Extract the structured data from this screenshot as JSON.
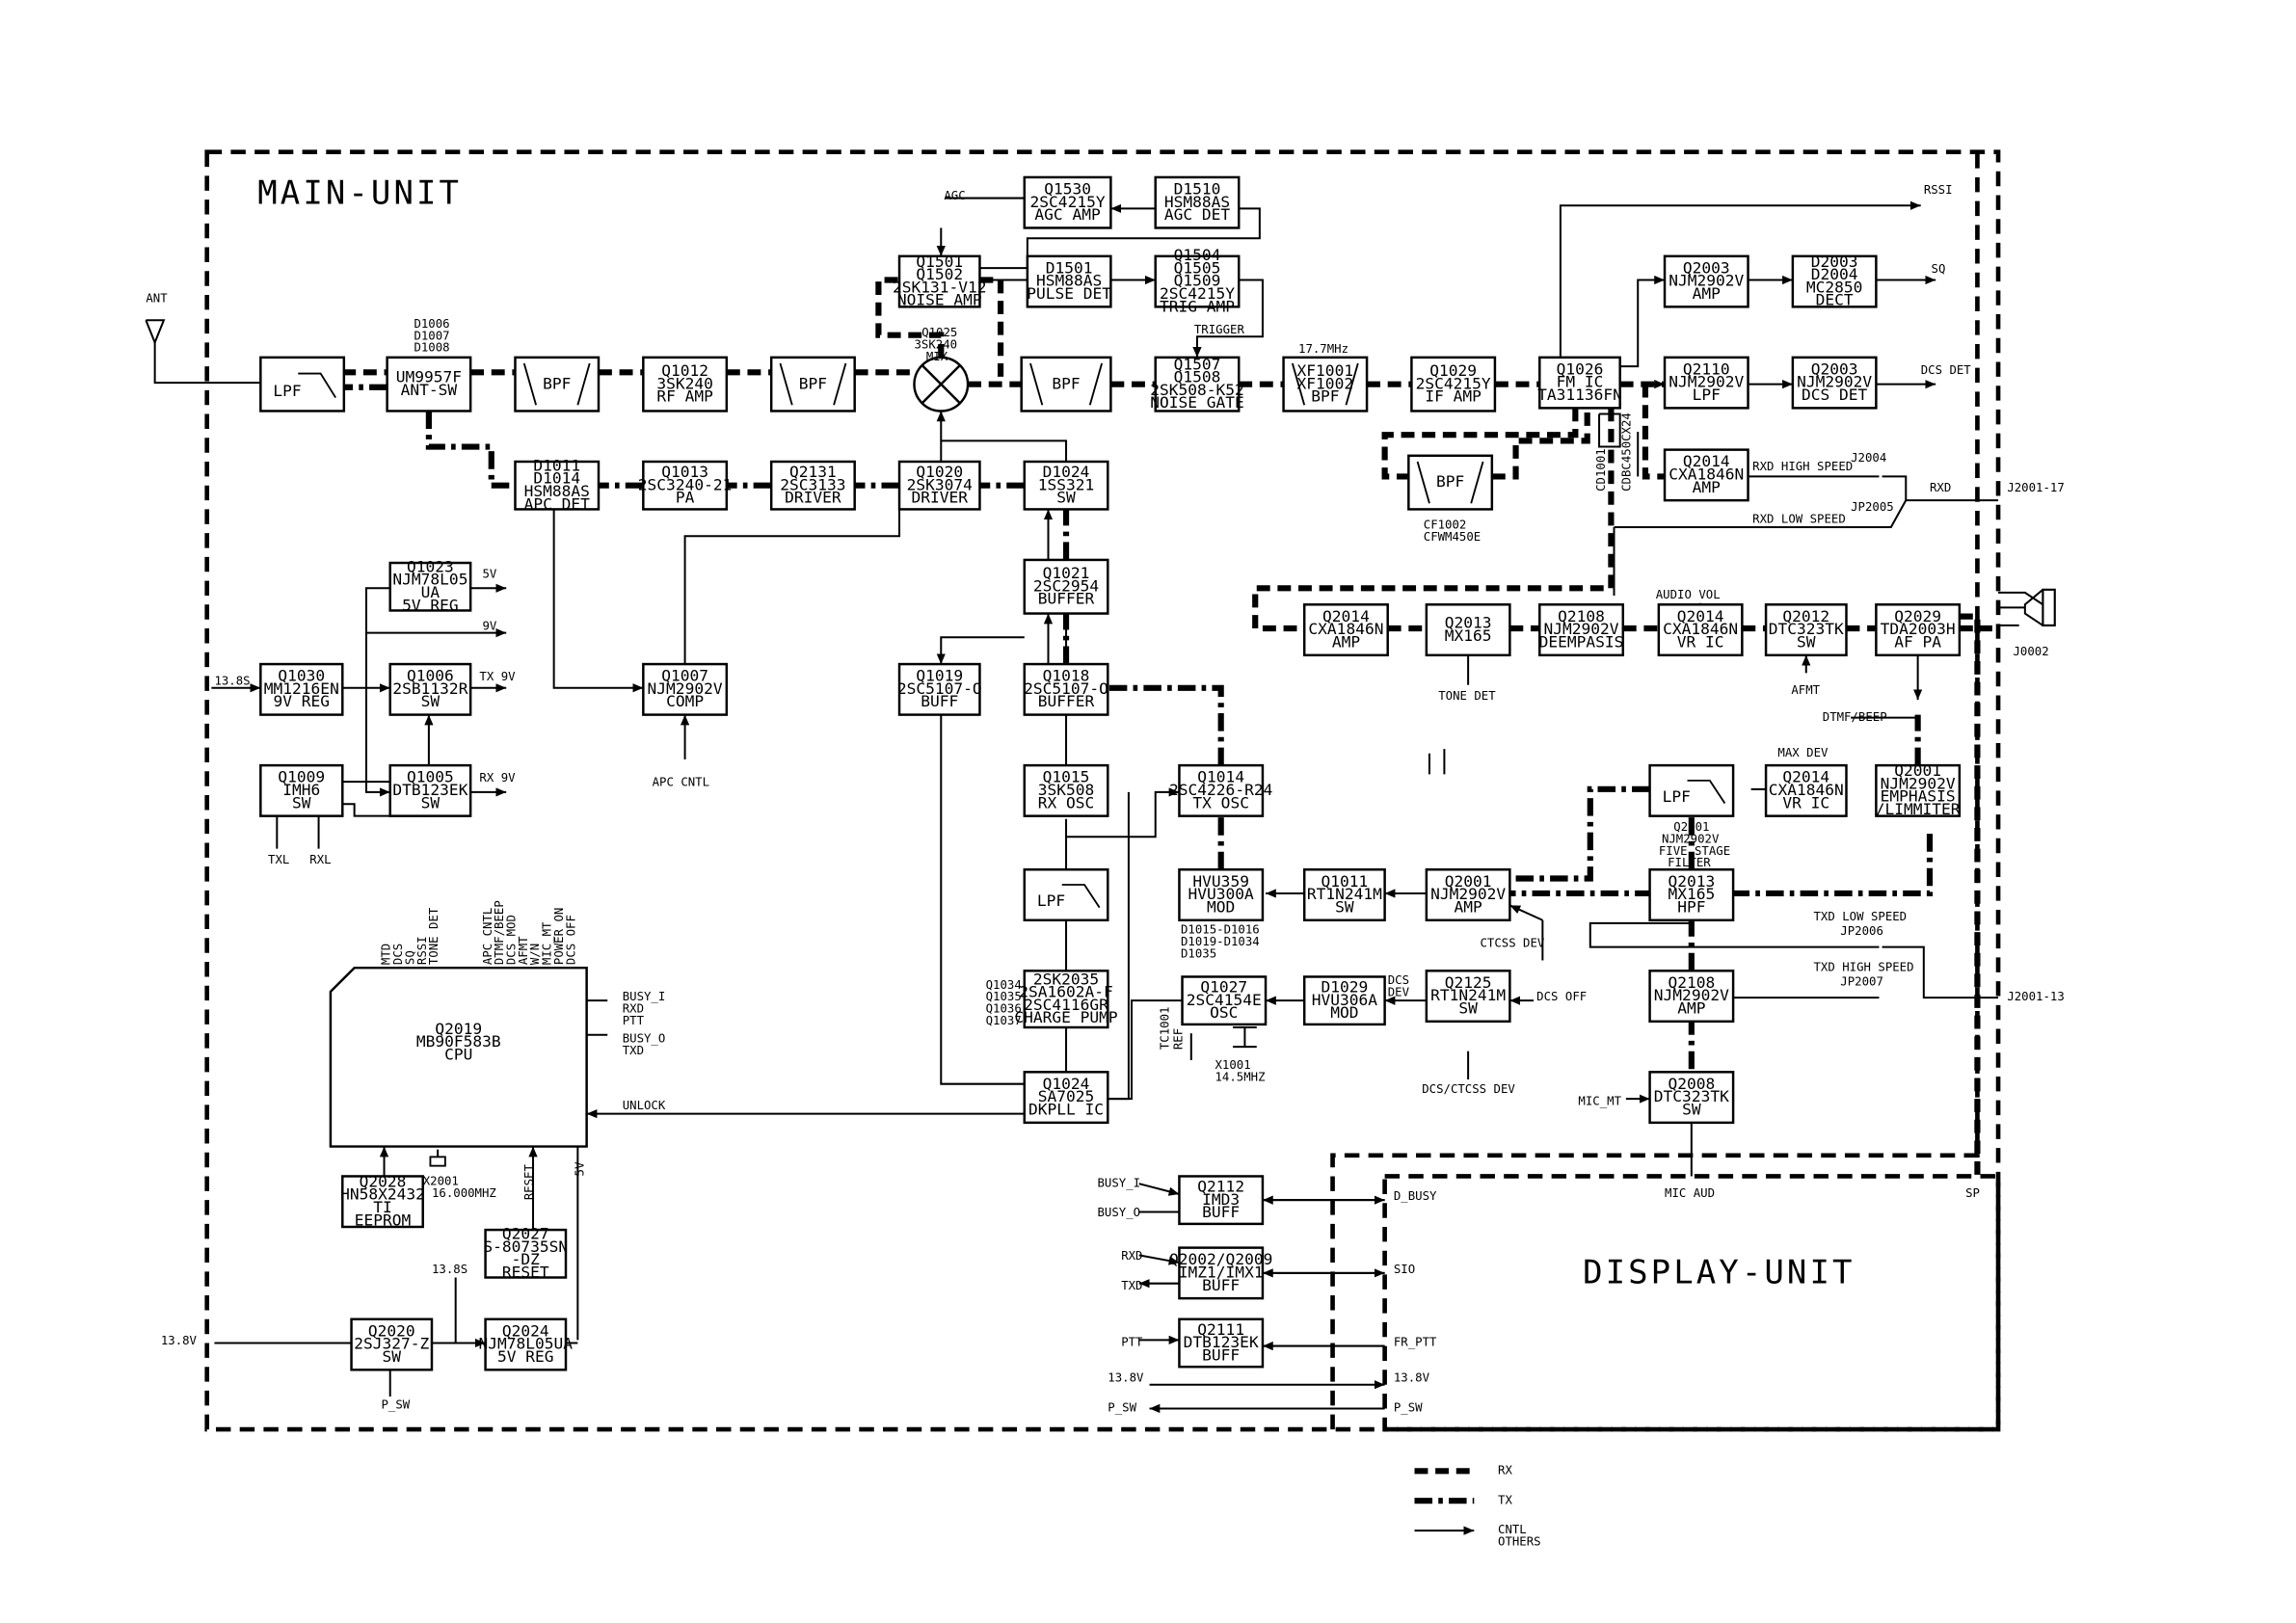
{
  "units": {
    "main": "MAIN-UNIT",
    "display": "DISPLAY-UNIT"
  },
  "blocks": [
    {
      "id": "lpf_ant",
      "lines": [
        "LPF"
      ]
    },
    {
      "id": "antsw",
      "lines": [
        "UM9957F",
        "ANT-SW"
      ]
    },
    {
      "id": "bpf1",
      "lines": [
        "BPF"
      ]
    },
    {
      "id": "q1012",
      "lines": [
        "Q1012",
        "3SK240",
        "RF AMP"
      ]
    },
    {
      "id": "bpf2",
      "lines": [
        "BPF"
      ]
    },
    {
      "id": "bpf3",
      "lines": [
        "BPF"
      ]
    },
    {
      "id": "q1507",
      "lines": [
        "Q1507",
        "Q1508",
        "2SK508-K52",
        "NOISE GATE"
      ]
    },
    {
      "id": "xf1001",
      "lines": [
        "XF1001",
        "XF1002",
        "BPF"
      ]
    },
    {
      "id": "q1029",
      "lines": [
        "Q1029",
        "2SC4215Y",
        "IF AMP"
      ]
    },
    {
      "id": "q1026",
      "lines": [
        "Q1026",
        "FM IC",
        "TA31136FN"
      ]
    },
    {
      "id": "q1530",
      "lines": [
        "Q1530",
        "2SC4215Y",
        "AGC AMP"
      ]
    },
    {
      "id": "d1510",
      "lines": [
        "D1510",
        "HSM88AS",
        "AGC DET"
      ]
    },
    {
      "id": "q1501",
      "lines": [
        "Q1501",
        "Q1502",
        "2SK131-V12",
        "NOISE AMP"
      ]
    },
    {
      "id": "d1501",
      "lines": [
        "D1501",
        "HSM88AS",
        "PULSE DET"
      ]
    },
    {
      "id": "q1504",
      "lines": [
        "Q1504",
        "Q1505",
        "Q1509",
        "2SC4215Y",
        "TRIG AMP"
      ]
    },
    {
      "id": "d1011",
      "lines": [
        "D1011",
        "D1014",
        "HSM88AS",
        "APC DET"
      ]
    },
    {
      "id": "q1013",
      "lines": [
        "Q1013",
        "2SC3240-21",
        "PA"
      ]
    },
    {
      "id": "q2131",
      "lines": [
        "Q2131",
        "2SC3133",
        "DRIVER"
      ]
    },
    {
      "id": "q1020",
      "lines": [
        "Q1020",
        "2SK3074",
        "DRIVER"
      ]
    },
    {
      "id": "d1024",
      "lines": [
        "D1024",
        "1SS321",
        "SW"
      ]
    },
    {
      "id": "q1023",
      "lines": [
        "Q1023",
        "NJM78L05",
        "UA",
        "5V REG"
      ]
    },
    {
      "id": "q1030",
      "lines": [
        "Q1030",
        "MM1216EN",
        "9V REG"
      ]
    },
    {
      "id": "q1006",
      "lines": [
        "Q1006",
        "2SB1132R",
        "SW"
      ]
    },
    {
      "id": "q1009",
      "lines": [
        "Q1009",
        "IMH6",
        "SW"
      ]
    },
    {
      "id": "q1005",
      "lines": [
        "Q1005",
        "DTB123EK",
        "SW"
      ]
    },
    {
      "id": "q1007",
      "lines": [
        "Q1007",
        "NJM2902V",
        "COMP"
      ]
    },
    {
      "id": "q1021",
      "lines": [
        "Q1021",
        "2SC2954",
        "BUFFER"
      ]
    },
    {
      "id": "q1019",
      "lines": [
        "Q1019",
        "2SC5107-O",
        "BUFF"
      ]
    },
    {
      "id": "q1018",
      "lines": [
        "Q1018",
        "2SC5107-O",
        "BUFFER"
      ]
    },
    {
      "id": "q1015",
      "lines": [
        "Q1015",
        "3SK508",
        "RX OSC"
      ]
    },
    {
      "id": "q1014",
      "lines": [
        "Q1014",
        "2SC4226-R24",
        "TX OSC"
      ]
    },
    {
      "id": "lpf_pll",
      "lines": [
        "LPF"
      ]
    },
    {
      "id": "hvu359",
      "lines": [
        "HVU359",
        "HVU300A",
        "MOD"
      ]
    },
    {
      "id": "q1011",
      "lines": [
        "Q1011",
        "RT1N241M",
        "SW"
      ]
    },
    {
      "id": "q2001a",
      "lines": [
        "Q2001",
        "NJM2902V",
        "AMP"
      ]
    },
    {
      "id": "q2034",
      "lines": [
        "2SK2035",
        "2SA1602A-F",
        "2SC4116GR",
        "CHARGE PUMP"
      ]
    },
    {
      "id": "q1027",
      "lines": [
        "Q1027",
        "2SC4154E",
        "OSC"
      ]
    },
    {
      "id": "d1029",
      "lines": [
        "D1029",
        "HVU306A",
        "MOD"
      ]
    },
    {
      "id": "q2125",
      "lines": [
        "Q2125",
        "RT1N241M",
        "SW"
      ]
    },
    {
      "id": "q1024",
      "lines": [
        "Q1024",
        "SA7025",
        "DKPLL IC"
      ]
    },
    {
      "id": "q2019",
      "lines": [
        "Q2019",
        "MB90F583B",
        "CPU"
      ]
    },
    {
      "id": "q2028",
      "lines": [
        "Q2028",
        "HN58X2432",
        "TI",
        "EEPROM"
      ]
    },
    {
      "id": "q2027",
      "lines": [
        "Q2027",
        "S-80735SN",
        "-DZ",
        "RESET"
      ]
    },
    {
      "id": "q2020",
      "lines": [
        "Q2020",
        "2SJ327-Z",
        "SW"
      ]
    },
    {
      "id": "q2024",
      "lines": [
        "Q2024",
        "NJM78L05UA",
        "5V REG"
      ]
    },
    {
      "id": "q2003a",
      "lines": [
        "Q2003",
        "NJM2902V",
        "AMP"
      ]
    },
    {
      "id": "d2003",
      "lines": [
        "D2003",
        "D2004",
        "MC2850",
        "DECT"
      ]
    },
    {
      "id": "q2110",
      "lines": [
        "Q2110",
        "NJM2902V",
        "LPF"
      ]
    },
    {
      "id": "q2003b",
      "lines": [
        "Q2003",
        "NJM2902V",
        "DCS DET"
      ]
    },
    {
      "id": "q2014a",
      "lines": [
        "Q2014",
        "CXA1846N",
        "AMP"
      ]
    },
    {
      "id": "bpf_cf",
      "lines": [
        "BPF"
      ]
    },
    {
      "id": "q2014b",
      "lines": [
        "Q2014",
        "CXA1846N",
        "AMP"
      ]
    },
    {
      "id": "q2013a",
      "lines": [
        "Q2013",
        "MX165"
      ]
    },
    {
      "id": "q2108a",
      "lines": [
        "Q2108",
        "NJM2902V",
        "DEEMPASIS"
      ]
    },
    {
      "id": "q2014c",
      "lines": [
        "Q2014",
        "CXA1846N",
        "VR IC"
      ]
    },
    {
      "id": "q2012",
      "lines": [
        "Q2012",
        "DTC323TK",
        "SW"
      ]
    },
    {
      "id": "q2029",
      "lines": [
        "Q2029",
        "TDA2003H",
        "AF PA"
      ]
    },
    {
      "id": "lpf_5",
      "lines": [
        "LPF"
      ]
    },
    {
      "id": "q2014d",
      "lines": [
        "Q2014",
        "CXA1846N",
        "VR IC"
      ]
    },
    {
      "id": "q2001b",
      "lines": [
        "Q2001",
        "NJM2902V",
        "EMPHASIS",
        "/LIMMITER"
      ]
    },
    {
      "id": "q2013b",
      "lines": [
        "Q2013",
        "MX165",
        "HPF"
      ]
    },
    {
      "id": "q2108b",
      "lines": [
        "Q2108",
        "NJM2902V",
        "AMP"
      ]
    },
    {
      "id": "q2008",
      "lines": [
        "Q2008",
        "DTC323TK",
        "SW"
      ]
    },
    {
      "id": "q2112",
      "lines": [
        "Q2112",
        "IMD3",
        "BUFF"
      ]
    },
    {
      "id": "q2002",
      "lines": [
        "Q2002/Q2009",
        "IMZ1/IMX1",
        "BUFF"
      ]
    },
    {
      "id": "q2111",
      "lines": [
        "Q2111",
        "DTB123EK",
        "BUFF"
      ]
    }
  ],
  "labels": [
    {
      "id": "ant",
      "text": "ANT"
    },
    {
      "id": "d1006",
      "text": "D1006"
    },
    {
      "id": "d1007",
      "text": "D1007"
    },
    {
      "id": "d1008",
      "text": "D1008"
    },
    {
      "id": "q1025a",
      "text": "Q1025"
    },
    {
      "id": "q1025b",
      "text": "3SK240"
    },
    {
      "id": "q1025c",
      "text": "MIX"
    },
    {
      "id": "agc",
      "text": "AGC"
    },
    {
      "id": "trigger",
      "text": "TRIGGER"
    },
    {
      "id": "mhz177",
      "text": "17.7MHz"
    },
    {
      "id": "rssi",
      "text": "RSSI"
    },
    {
      "id": "sq",
      "text": "SQ"
    },
    {
      "id": "dcsdet",
      "text": "DCS DET"
    },
    {
      "id": "j2004",
      "text": "J2004"
    },
    {
      "id": "rxdhs",
      "text": "RXD HIGH SPEED"
    },
    {
      "id": "rxd",
      "text": "RXD"
    },
    {
      "id": "j2001_17",
      "text": "J2001-17"
    },
    {
      "id": "rxdls",
      "text": "RXD LOW SPEED"
    },
    {
      "id": "jp2005",
      "text": "JP2005"
    },
    {
      "id": "cd1001",
      "text": "CD1001"
    },
    {
      "id": "cdb",
      "text": "CDBC450CX24"
    },
    {
      "id": "cf1002",
      "text": "CF1002"
    },
    {
      "id": "cfwm",
      "text": "CFWM450E"
    },
    {
      "id": "audiovol",
      "text": "AUDIO VOL"
    },
    {
      "id": "tonedet",
      "text": "TONE DET"
    },
    {
      "id": "afmt",
      "text": "AFMT"
    },
    {
      "id": "j0002",
      "text": "J0002"
    },
    {
      "id": "dtmfbeep",
      "text": "DTMF/BEEP"
    },
    {
      "id": "maxdev",
      "text": "MAX DEV"
    },
    {
      "id": "fsf1",
      "text": "Q2001"
    },
    {
      "id": "fsf2",
      "text": "NJM2902V"
    },
    {
      "id": "fsf3",
      "text": "FIVE STAGE"
    },
    {
      "id": "fsf4",
      "text": "FILTER"
    },
    {
      "id": "txdls",
      "text": "TXD LOW SPEED"
    },
    {
      "id": "jp2006",
      "text": "JP2006"
    },
    {
      "id": "txdhs",
      "text": "TXD HIGH SPEED"
    },
    {
      "id": "jp2007",
      "text": "JP2007"
    },
    {
      "id": "j2001_13",
      "text": "J2001-13"
    },
    {
      "id": "mic_mt",
      "text": "MIC_MT"
    },
    {
      "id": "micaud",
      "text": "MIC AUD"
    },
    {
      "id": "sp",
      "text": "SP"
    },
    {
      "id": "v5",
      "text": "5V"
    },
    {
      "id": "v9",
      "text": "9V"
    },
    {
      "id": "v85",
      "text": "13.8S"
    },
    {
      "id": "txv",
      "text": "TX 9V"
    },
    {
      "id": "rxv",
      "text": "RX 9V"
    },
    {
      "id": "txl",
      "text": "TXL"
    },
    {
      "id": "rxl",
      "text": "RXL"
    },
    {
      "id": "apc",
      "text": "APC CNTL"
    },
    {
      "id": "d1015a",
      "text": "D1015-D1016"
    },
    {
      "id": "d1015b",
      "text": "D1019-D1034"
    },
    {
      "id": "d1015c",
      "text": "D1035"
    },
    {
      "id": "ctcssdev",
      "text": "CTCSS DEV"
    },
    {
      "id": "dcsoff",
      "text": "DCS OFF"
    },
    {
      "id": "dcsdev1",
      "text": "DCS"
    },
    {
      "id": "dcsdev2",
      "text": "DEV"
    },
    {
      "id": "dcsctcss",
      "text": "DCS/CTCSS DEV"
    },
    {
      "id": "tc1001",
      "text": "TC1001"
    },
    {
      "id": "ref",
      "text": "REF"
    },
    {
      "id": "x1001a",
      "text": "X1001"
    },
    {
      "id": "x1001b",
      "text": "14.5MHZ"
    },
    {
      "id": "qlist1",
      "text": "Q1034"
    },
    {
      "id": "qlist2",
      "text": "Q1035"
    },
    {
      "id": "qlist3",
      "text": "Q1036"
    },
    {
      "id": "qlist4",
      "text": "Q1037"
    },
    {
      "id": "unlock",
      "text": "UNLOCK"
    },
    {
      "id": "busyi",
      "text": "BUSY_I"
    },
    {
      "id": "rxd2",
      "text": "RXD"
    },
    {
      "id": "ptt",
      "text": "PTT"
    },
    {
      "id": "busyo",
      "text": "BUSY_O"
    },
    {
      "id": "txd2",
      "text": "TXD"
    },
    {
      "id": "cpu1",
      "text": "MTD"
    },
    {
      "id": "cpu2",
      "text": "DCS"
    },
    {
      "id": "cpu3",
      "text": "SQ"
    },
    {
      "id": "cpu4",
      "text": "RSSI"
    },
    {
      "id": "cpu5",
      "text": "TONE DET"
    },
    {
      "id": "cpu6",
      "text": "APC CNTL"
    },
    {
      "id": "cpu7",
      "text": "DTMF/BEEP"
    },
    {
      "id": "cpu8",
      "text": "DCS MOD"
    },
    {
      "id": "cpu9",
      "text": "AFMT"
    },
    {
      "id": "cpu10",
      "text": "W/N"
    },
    {
      "id": "cpu11",
      "text": "MIC_MT"
    },
    {
      "id": "cpu12",
      "text": "POWER ON"
    },
    {
      "id": "cpu13",
      "text": "DCS OFF"
    },
    {
      "id": "x2001a",
      "text": "X2001"
    },
    {
      "id": "x2001b",
      "text": "16.000MHZ"
    },
    {
      "id": "reset",
      "text": "RESET"
    },
    {
      "id": "cpu5v",
      "text": "5V"
    },
    {
      "id": "v138s2",
      "text": "13.8S"
    },
    {
      "id": "v138",
      "text": "13.8V"
    },
    {
      "id": "psw",
      "text": "P_SW"
    },
    {
      "id": "busyi2",
      "text": "BUSY_I"
    },
    {
      "id": "busyo2",
      "text": "BUSY_O"
    },
    {
      "id": "rxd3",
      "text": "RXD"
    },
    {
      "id": "txd3",
      "text": "TXD"
    },
    {
      "id": "ptt2",
      "text": "PTT"
    },
    {
      "id": "v138b",
      "text": "13.8V"
    },
    {
      "id": "psw2",
      "text": "P_SW"
    },
    {
      "id": "dbusy",
      "text": "D_BUSY"
    },
    {
      "id": "sio",
      "text": "SIO"
    },
    {
      "id": "frptt",
      "text": "FR_PTT"
    },
    {
      "id": "v138c",
      "text": "13.8V"
    },
    {
      "id": "psw3",
      "text": "P_SW"
    },
    {
      "id": "leg_rx",
      "text": "RX"
    },
    {
      "id": "leg_tx",
      "text": "TX"
    },
    {
      "id": "leg_cn1",
      "text": "CNTL"
    },
    {
      "id": "leg_cn2",
      "text": "OTHERS"
    }
  ]
}
